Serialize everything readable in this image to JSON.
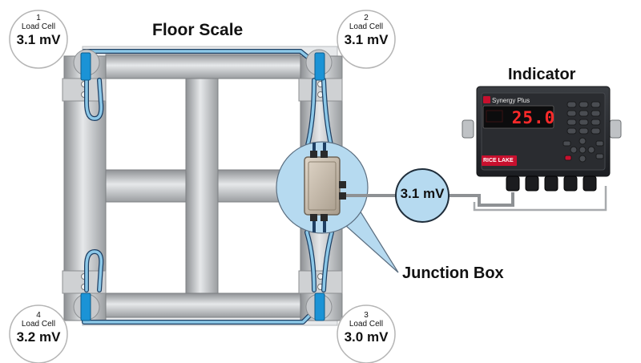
{
  "titles": {
    "floor_scale": "Floor Scale",
    "indicator": "Indicator",
    "junction_box": "Junction Box"
  },
  "load_cells": [
    {
      "number": "1",
      "label": "Load Cell",
      "value": "3.1 mV"
    },
    {
      "number": "2",
      "label": "Load Cell",
      "value": "3.1 mV"
    },
    {
      "number": "3",
      "label": "Load Cell",
      "value": "3.0 mV"
    },
    {
      "number": "4",
      "label": "Load Cell",
      "value": "3.2 mV"
    }
  ],
  "junction_output": "3.1 mV",
  "indicator": {
    "brand": "Synergy Plus",
    "display_value": "25.0",
    "logo": "RICE LAKE"
  },
  "colors": {
    "cable_blue": "#8cc8e8",
    "cable_outline": "#1e3f63",
    "load_cell_blue": "#1b93d6",
    "steel_light": "#d4d6d8",
    "steel_dark": "#8e9194",
    "callout_fill": "#b6daf0",
    "display_red": "#ff2a2a"
  }
}
